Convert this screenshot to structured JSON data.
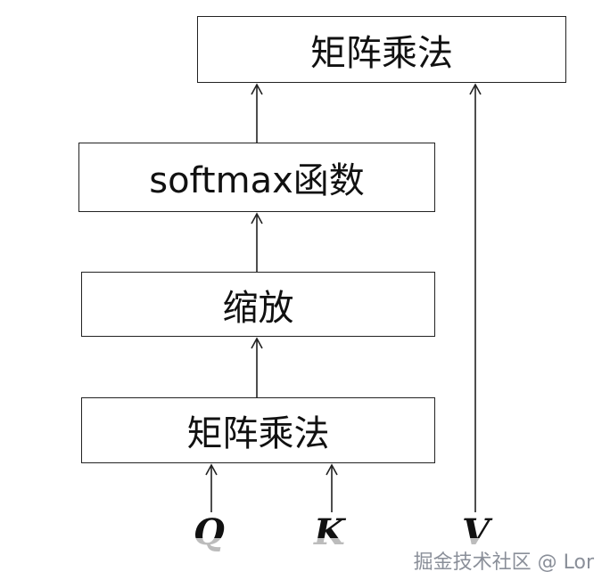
{
  "diagram": {
    "boxes": {
      "top_matmul": "矩阵乘法",
      "softmax": "softmax函数",
      "scale": "缩放",
      "bottom_matmul": "矩阵乘法"
    },
    "inputs": {
      "q": "Q",
      "k": "K",
      "v": "V"
    },
    "edges": [
      {
        "from": "Q",
        "to": "矩阵乘法"
      },
      {
        "from": "K",
        "to": "矩阵乘法"
      },
      {
        "from": "矩阵乘法",
        "to": "缩放"
      },
      {
        "from": "缩放",
        "to": "softmax函数"
      },
      {
        "from": "softmax函数",
        "to": "矩阵乘法"
      },
      {
        "from": "V",
        "to": "矩阵乘法"
      }
    ]
  },
  "watermark": "掘金技术社区 @ Lor"
}
